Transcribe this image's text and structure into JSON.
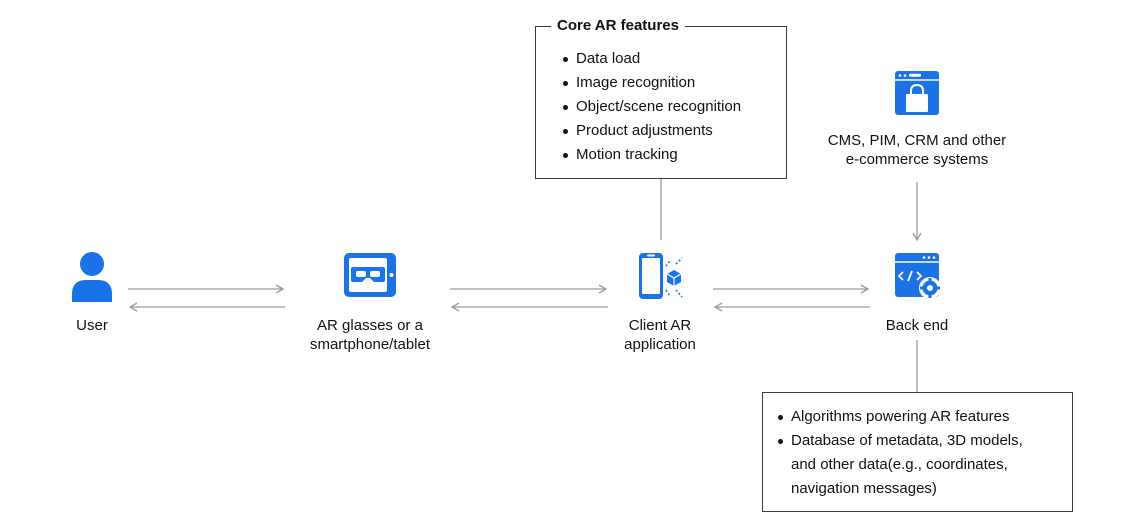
{
  "nodes": {
    "user": {
      "label": "User",
      "icon": "user-icon"
    },
    "device": {
      "label_lines": [
        "AR glasses or a",
        "smartphone/tablet"
      ],
      "icon": "tablet-vr-headset-icon"
    },
    "client": {
      "label_lines": [
        "Client AR",
        "application"
      ],
      "icon": "smartphone-cube-icon"
    },
    "backend": {
      "label": "Back end",
      "icon": "code-window-gear-icon"
    },
    "ecommerce": {
      "label_lines": [
        "CMS, PIM, CRM and other",
        "e-commerce systems"
      ],
      "icon": "shopping-bag-window-icon"
    }
  },
  "core_features": {
    "title": "Core AR features",
    "items": [
      "Data load",
      "Image recognition",
      "Object/scene recognition",
      "Product adjustments",
      "Motion tracking"
    ]
  },
  "backend_details": {
    "items": [
      [
        "Algorithms powering AR features"
      ],
      [
        "Database of metadata, 3D models,",
        "and other data(e.g., coordinates,",
        "navigation messages)"
      ]
    ]
  },
  "colors": {
    "accent": "#1a73e8",
    "arrow": "#9a9a9a",
    "box_border": "#3a3a3a"
  }
}
